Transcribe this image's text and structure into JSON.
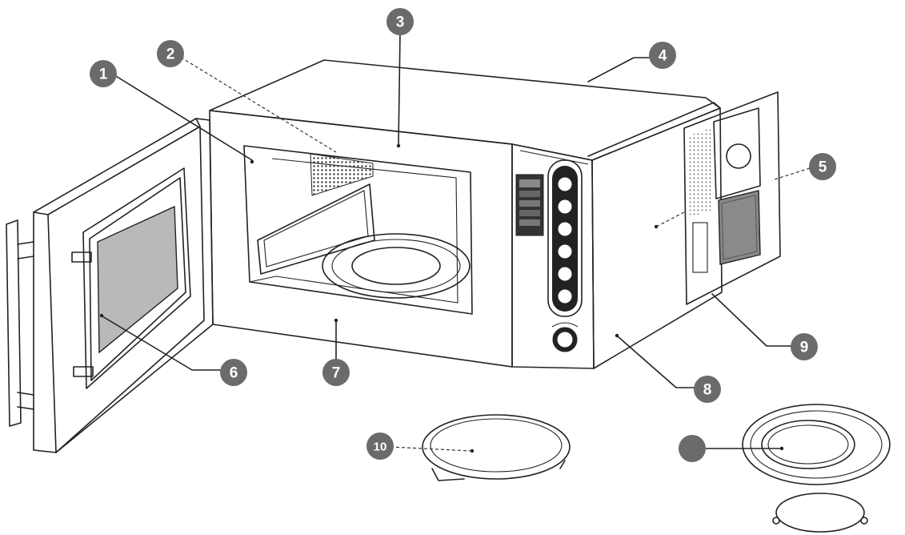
{
  "callouts": [
    {
      "id": "1",
      "label": "1"
    },
    {
      "id": "2",
      "label": "2"
    },
    {
      "id": "3",
      "label": "3"
    },
    {
      "id": "4",
      "label": "4"
    },
    {
      "id": "5",
      "label": "5"
    },
    {
      "id": "6",
      "label": "6"
    },
    {
      "id": "7",
      "label": "7"
    },
    {
      "id": "8",
      "label": "8"
    },
    {
      "id": "9",
      "label": "9"
    },
    {
      "id": "10",
      "label": "10"
    },
    {
      "id": "11",
      "label": ""
    }
  ],
  "colors": {
    "line": "#222222",
    "badge": "#6b6b6b",
    "badge_text": "#ffffff",
    "glass": "#b9b9b9"
  }
}
